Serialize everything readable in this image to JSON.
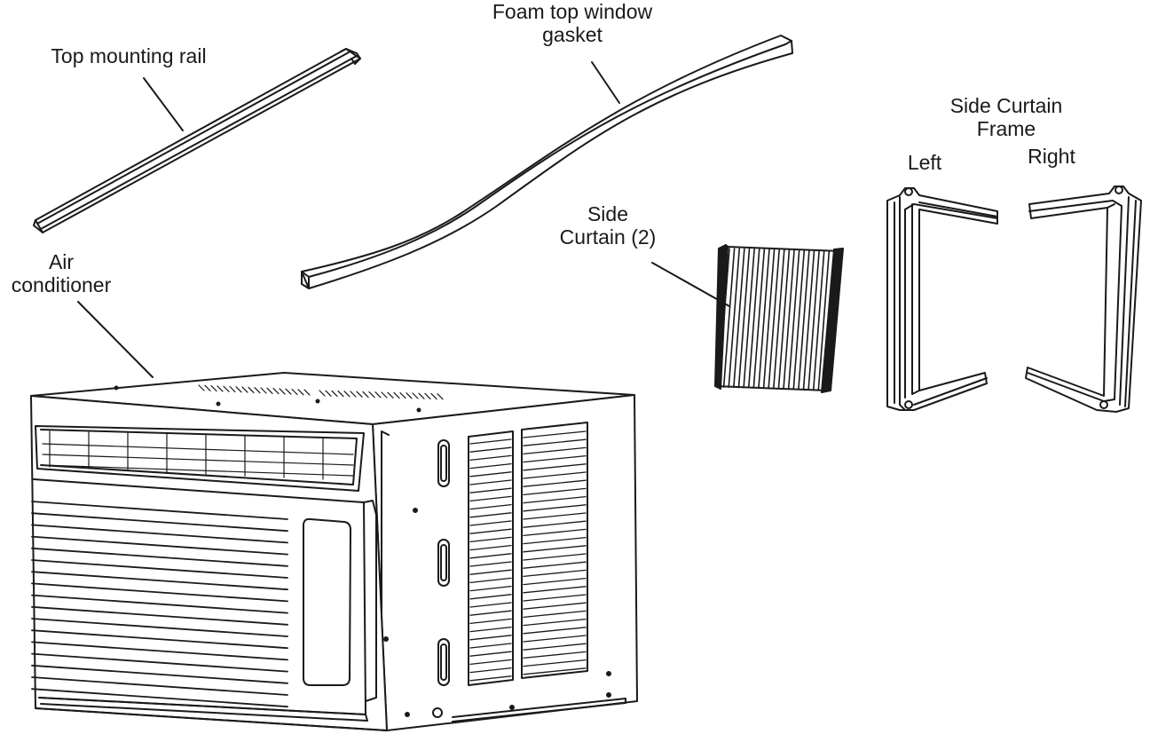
{
  "labels": {
    "top_mounting_rail": "Top mounting rail",
    "foam_gasket": {
      "line1": "Foam top window",
      "line2": "gasket"
    },
    "side_curtain_frame": {
      "line1": "Side Curtain",
      "line2": "Frame"
    },
    "left": "Left",
    "right": "Right",
    "side_curtain": {
      "line1": "Side",
      "line2": "Curtain (2)"
    },
    "air_conditioner": {
      "line1": "Air",
      "line2": "conditioner"
    }
  },
  "colors": {
    "stroke": "#1a1a1a",
    "fill": "#ffffff",
    "text": "#1a1a1a"
  }
}
